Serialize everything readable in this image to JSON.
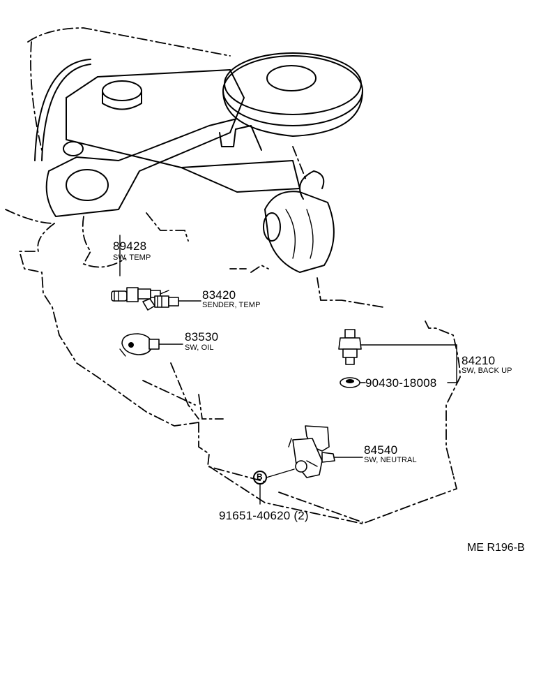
{
  "parts": [
    {
      "id": "p89428",
      "number": "89428",
      "description": "SW, TEMP"
    },
    {
      "id": "p83420",
      "number": "83420",
      "description": "SENDER, TEMP"
    },
    {
      "id": "p83530",
      "number": "83530",
      "description": "SW, OIL"
    },
    {
      "id": "p84210",
      "number": "84210",
      "description": "SW, BACK UP"
    },
    {
      "id": "p90430",
      "number": "90430-18008",
      "description": ""
    },
    {
      "id": "p84540",
      "number": "84540",
      "description": "SW, NEUTRAL"
    },
    {
      "id": "p91651",
      "number": "91651-40620 (2)",
      "description": ""
    }
  ],
  "callout_symbol": "B",
  "reference_code": "ME R196-B"
}
